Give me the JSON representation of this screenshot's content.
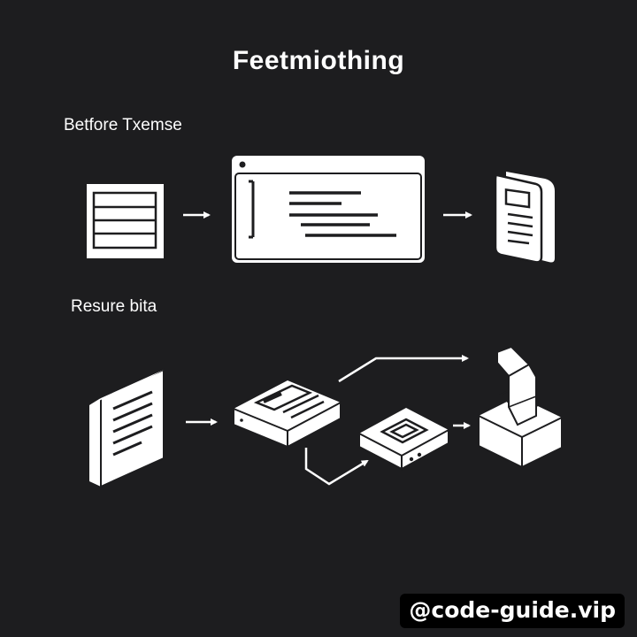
{
  "title": "Feetmiothing",
  "sections": {
    "before": {
      "label": "Betfore Txemse"
    },
    "resure": {
      "label": "Resure bita"
    }
  },
  "watermark": "@code-guide.vip",
  "colors": {
    "background": "#1d1d1f",
    "foreground": "#ffffff"
  },
  "icons": {
    "before_row": [
      "table-document-icon",
      "arrow-right-icon",
      "code-window-icon",
      "arrow-right-icon",
      "stacked-document-icon"
    ],
    "resure_row": [
      "isometric-document-icon",
      "arrow-right-icon",
      "server-box-icon",
      "elbow-arrow-icon",
      "processor-box-icon",
      "arrow-right-icon",
      "isometric-stand-icon"
    ]
  }
}
